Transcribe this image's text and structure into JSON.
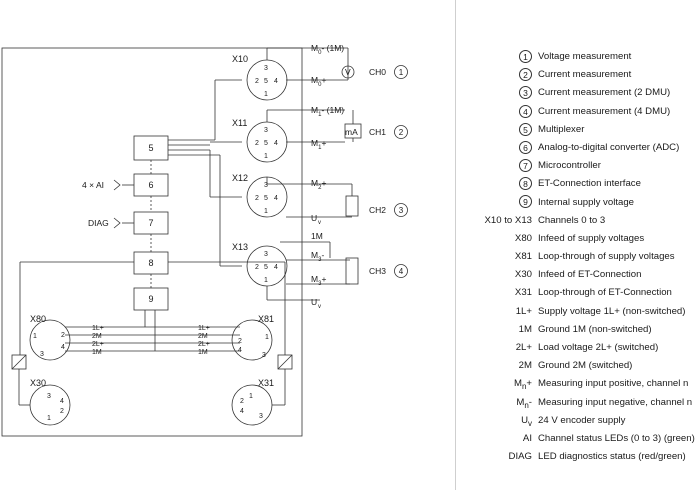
{
  "diagram": {
    "connectors": [
      {
        "id": "X10",
        "pins": [
          "3",
          "2",
          "5",
          "4",
          "1"
        ]
      },
      {
        "id": "X11",
        "pins": [
          "3",
          "2",
          "5",
          "4",
          "1"
        ]
      },
      {
        "id": "X12",
        "pins": [
          "3",
          "2",
          "5",
          "4",
          "1"
        ]
      },
      {
        "id": "X13",
        "pins": [
          "3",
          "2",
          "5",
          "4",
          "1"
        ]
      },
      {
        "id": "X80",
        "pins": [
          "1",
          "2",
          "3",
          "4"
        ]
      },
      {
        "id": "X81",
        "pins": [
          "1",
          "2",
          "3",
          "4"
        ]
      },
      {
        "id": "X30",
        "pins": [
          "3",
          "4",
          "2",
          "1"
        ]
      },
      {
        "id": "X31",
        "pins": [
          "1",
          "2",
          "4",
          "3"
        ]
      }
    ],
    "signals": {
      "m0_minus": "(1M)",
      "m0_plus": "+",
      "m1_minus": "(1M)",
      "m1_plus": "+",
      "m2_plus": "+",
      "m3_minus": "-",
      "m3_plus": "+",
      "one_m": "1M",
      "uv": "U",
      "uv_sub": "v"
    },
    "channels": [
      "CH0",
      "CH1",
      "CH2",
      "CH3"
    ],
    "channel_numbers": [
      "1",
      "2",
      "3",
      "4"
    ],
    "meters": {
      "voltmeter": "V",
      "ammeter": "mA"
    },
    "blocks": [
      "5",
      "6",
      "7",
      "8",
      "9"
    ],
    "inputs": {
      "ai": "4 × AI",
      "diag": "DIAG"
    },
    "bus_labels": [
      "1L+",
      "2M",
      "2L+",
      "1M"
    ]
  },
  "legend": [
    {
      "key": "1",
      "circle": true,
      "text": "Voltage measurement"
    },
    {
      "key": "2",
      "circle": true,
      "text": "Current measurement"
    },
    {
      "key": "3",
      "circle": true,
      "text": "Current measurement (2 DMU)"
    },
    {
      "key": "4",
      "circle": true,
      "text": "Current measurement (4 DMU)"
    },
    {
      "key": "5",
      "circle": true,
      "text": "Multiplexer"
    },
    {
      "key": "6",
      "circle": true,
      "text": "Analog-to-digital converter (ADC)"
    },
    {
      "key": "7",
      "circle": true,
      "text": "Microcontroller"
    },
    {
      "key": "8",
      "circle": true,
      "text": "ET-Connection interface"
    },
    {
      "key": "9",
      "circle": true,
      "text": "Internal supply voltage"
    },
    {
      "key": "X10 to X13",
      "circle": false,
      "text": "Channels 0 to 3"
    },
    {
      "key": "X80",
      "circle": false,
      "text": "Infeed of supply voltages"
    },
    {
      "key": "X81",
      "circle": false,
      "text": "Loop-through of supply voltages"
    },
    {
      "key": "X30",
      "circle": false,
      "text": "Infeed of ET-Connection"
    },
    {
      "key": "X31",
      "circle": false,
      "text": "Loop-through of ET-Connection"
    },
    {
      "key": "1L+",
      "circle": false,
      "text": "Supply voltage 1L+ (non-switched)"
    },
    {
      "key": "1M",
      "circle": false,
      "text": "Ground 1M (non-switched)"
    },
    {
      "key": "2L+",
      "circle": false,
      "text": "Load voltage 2L+ (switched)"
    },
    {
      "key": "2M",
      "circle": false,
      "text": "Ground 2M (switched)"
    },
    {
      "key": "M",
      "sub": "n",
      "suffix": "+",
      "circle": false,
      "text": "Measuring input positive, channel n"
    },
    {
      "key": "M",
      "sub": "n",
      "suffix": "-",
      "circle": false,
      "text": "Measuring input negative, channel n"
    },
    {
      "key": "U",
      "sub": "v",
      "suffix": "",
      "circle": false,
      "text": "24 V encoder supply"
    },
    {
      "key": "AI",
      "circle": false,
      "text": "Channel status LEDs (0 to 3) (green)"
    },
    {
      "key": "DIAG",
      "circle": false,
      "text": "LED diagnostics status (red/green)"
    }
  ]
}
